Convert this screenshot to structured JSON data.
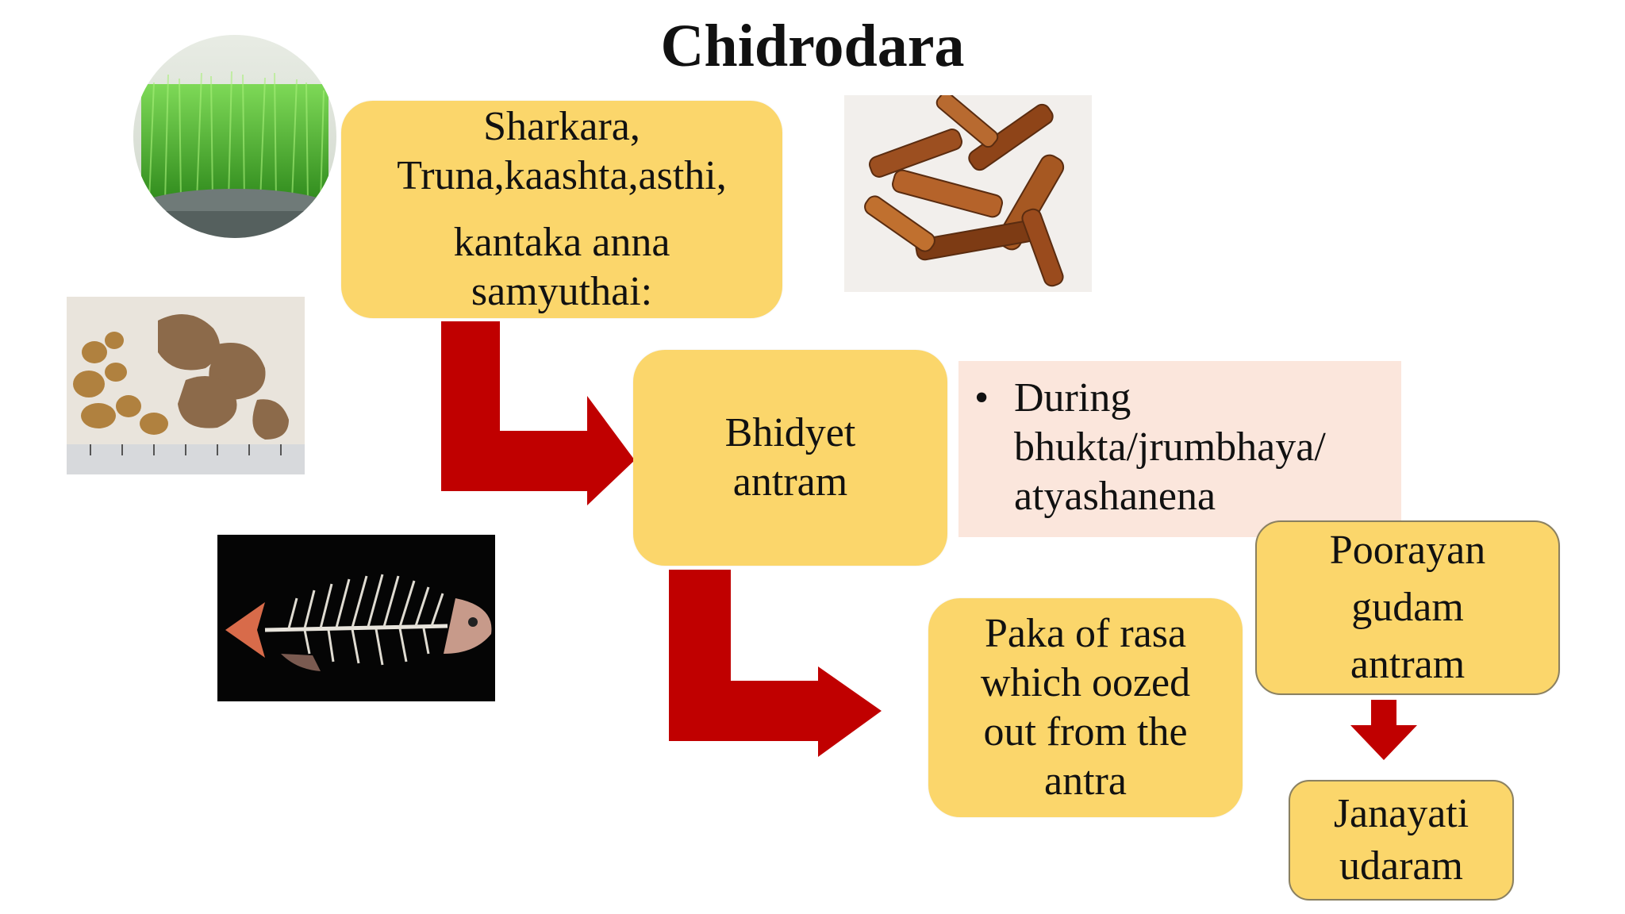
{
  "title": "Chidrodara",
  "box_causes": {
    "lines": [
      "Sharkara,",
      "Truna,kaashta,asthi,",
      "kantaka anna",
      "samyuthai:"
    ]
  },
  "box_bhidyet": {
    "lines": [
      "Bhidyet",
      "antram"
    ]
  },
  "note": {
    "bullet": "•",
    "lines": [
      "During",
      "bhukta/jrumbhaya/",
      "atyashanena"
    ]
  },
  "box_paka": {
    "lines": [
      "Paka of rasa",
      "which oozed",
      "out from the",
      "antra"
    ]
  },
  "box_poorayan": {
    "lines": [
      "Poorayan",
      "gudam",
      "antram"
    ]
  },
  "box_janayati": {
    "lines": [
      "Janayati",
      "udaram"
    ]
  },
  "images": {
    "grass": "wheatgrass-photo",
    "bark": "cinnamon-bark-photo",
    "stones": "stones-photo",
    "fish": "fish-skeleton-photo"
  },
  "colors": {
    "box_fill": "#fbd66b",
    "note_fill": "#fbe6dc",
    "arrow": "#c00000"
  }
}
